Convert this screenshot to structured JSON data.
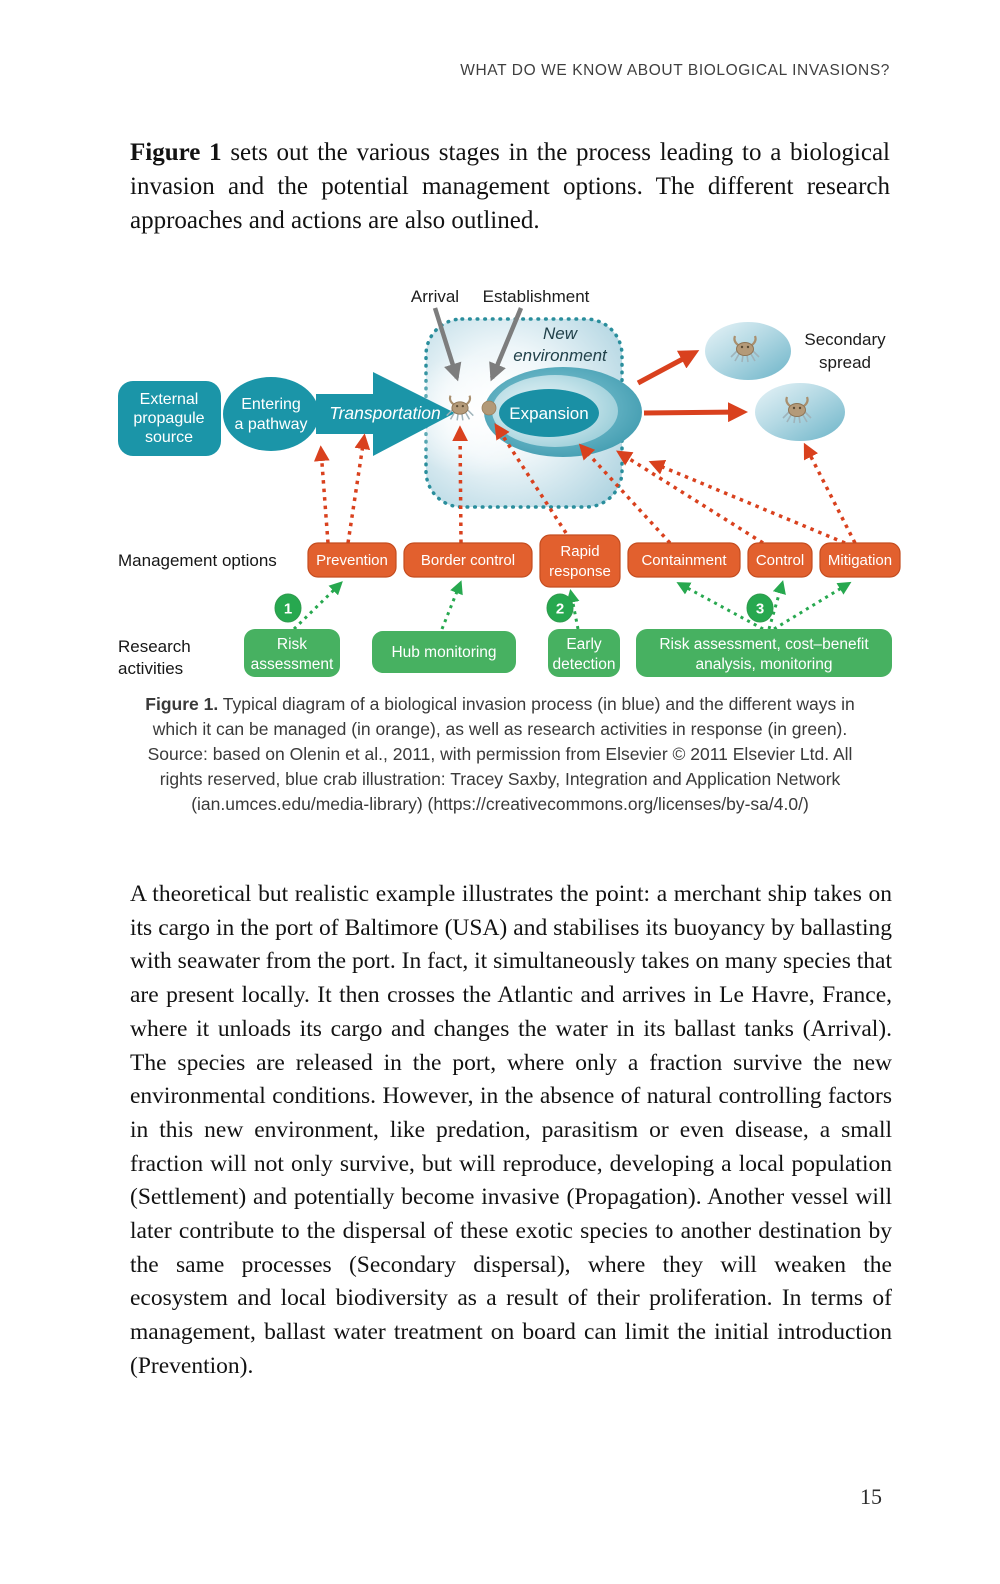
{
  "page": {
    "header": "WHAT DO WE KNOW ABOUT BIOLOGICAL INVASIONS?",
    "page_number": "15"
  },
  "intro": {
    "lead": "Figure 1",
    "rest": " sets out the various stages in the process leading to a biological invasion and the potential management options. The different research approaches and actions are also outlined."
  },
  "figure": {
    "process": {
      "arrival": "Arrival",
      "establishment": "Establishment",
      "new_environment": [
        "New",
        "environment"
      ],
      "external_source": [
        "External",
        "propagule",
        "source"
      ],
      "entering_pathway": [
        "Entering",
        "a pathway"
      ],
      "transportation": "Transportation",
      "expansion": "Expansion",
      "secondary_spread": [
        "Secondary",
        "spread"
      ]
    },
    "management": {
      "label": "Management options",
      "items": [
        [
          "Prevention"
        ],
        [
          "Border control"
        ],
        [
          "Rapid",
          "response"
        ],
        [
          "Containment"
        ],
        [
          "Control"
        ],
        [
          "Mitigation"
        ]
      ]
    },
    "research": {
      "label": [
        "Research",
        "activities"
      ],
      "items": [
        [
          "Risk",
          "assessment"
        ],
        [
          "Hub monitoring"
        ],
        [
          "Early",
          "detection"
        ],
        [
          "Risk assessment, cost–benefit",
          "analysis, monitoring"
        ]
      ]
    },
    "steps": [
      "1",
      "2",
      "3"
    ],
    "icons": [
      "crab-icon",
      "crab-icon",
      "crab-icon"
    ]
  },
  "caption": {
    "lead": "Figure 1.",
    "rest": " Typical diagram of a biological invasion process (in blue) and the different ways in which it can be managed (in orange), as well as research activities in response (in green). Source: based on Olenin et al., 2011, with permission from Elsevier © 2011 Elsevier Ltd. All rights reserved, blue crab illustration: Tracey Saxby, Integration and Application Network (ian.umces.edu/media-library) (https://creativecommons.org/licenses/by-sa/4.0/)"
  },
  "body": {
    "text": "A theoretical but realistic example illustrates the point: a merchant ship takes on its cargo in the port of Baltimore (USA) and stabilises its buoyancy by ballasting with seawater from the port. In fact, it simultaneously takes on many species that are present locally. It then crosses the Atlantic and arrives in Le Havre, France, where it unloads its cargo and changes the water in its ballast tanks (Arrival). The species are released in the port, where only a fraction survive the new environmental conditions. However, in the absence of natural controlling factors in this new environment, like predation, parasitism or even disease, a small fraction will not only survive, but will reproduce, developing a local population (Settlement) and potentially become invasive (Propagation). Another vessel will later contribute to the dispersal of these exotic species to another destination by the same processes (Secondary dispersal), where they will weaken the ecosystem and local biodiversity as a result of their proliferation. In terms of management, ballast water treatment on board can limit the initial introduction (Prevention)."
  },
  "theme": {
    "teal": "#1b95a8",
    "teal_dark": "#2a8e9c",
    "orange": "#e2602e",
    "orange_border": "#c44d20",
    "green": "#47b161",
    "green_arrow": "#27a84f",
    "red_arrow": "#d9411e",
    "gray_arrow": "#7d7d7d"
  }
}
